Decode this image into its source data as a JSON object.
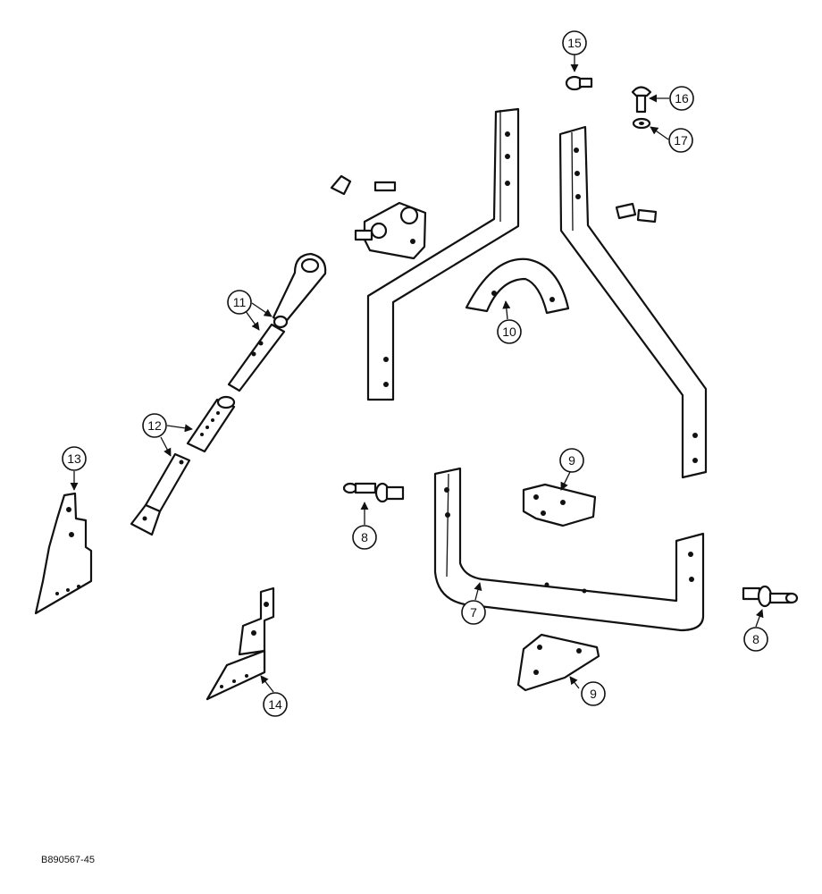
{
  "callouts": {
    "c7": "7",
    "c8a": "8",
    "c8b": "8",
    "c9a": "9",
    "c9b": "9",
    "c10": "10",
    "c11": "11",
    "c12": "12",
    "c13": "13",
    "c14": "14",
    "c15": "15",
    "c16": "16",
    "c17": "17"
  },
  "reference_code": "B890567-45"
}
